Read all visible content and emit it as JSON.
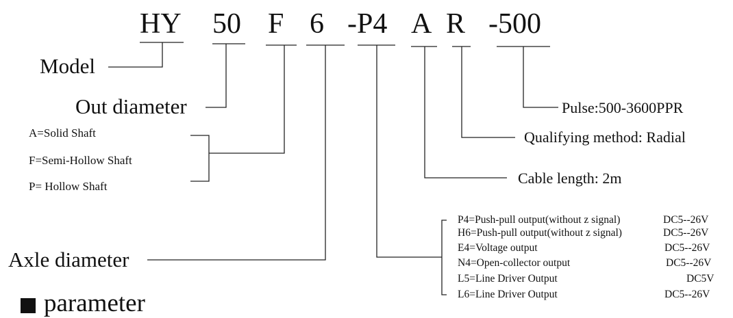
{
  "code_parts": {
    "model": "HY",
    "out_diameter": "50",
    "shaft": "F",
    "axle": "6",
    "output": "-P4",
    "cable": "A",
    "method": "R",
    "pulse": "-500"
  },
  "labels": {
    "model": "Model",
    "out_diameter": "Out diameter",
    "shaft_options": [
      "A=Solid Shaft",
      "F=Semi-Hollow Shaft",
      "P= Hollow Shaft"
    ],
    "axle_diameter": "Axle diameter",
    "pulse": "Pulse:500-3600PPR",
    "method": "Qualifying method: Radial",
    "cable": "Cable length: 2m"
  },
  "output_options": [
    {
      "code": "P4=Push-pull output(without z signal)",
      "voltage": "DC5--26V"
    },
    {
      "code": "H6=Push-pull output(without z signal)",
      "voltage": "DC5--26V"
    },
    {
      "code": "E4=Voltage output",
      "voltage": "DC5--26V"
    },
    {
      "code": "N4=Open-collector output",
      "voltage": "DC5--26V"
    },
    {
      "code": "L5=Line Driver Output",
      "voltage": "DC5V"
    },
    {
      "code": "L6=Line Driver Output",
      "voltage": "DC5--26V"
    }
  ],
  "section_heading": "parameter"
}
